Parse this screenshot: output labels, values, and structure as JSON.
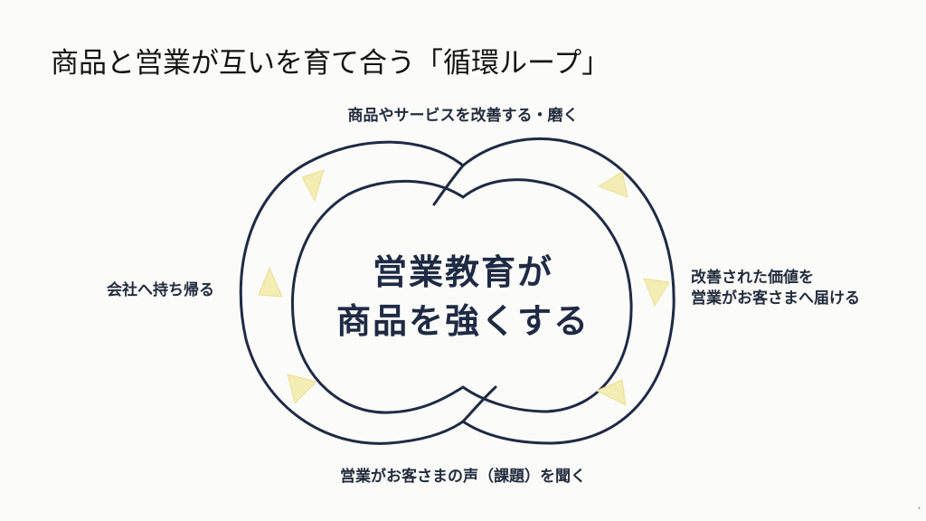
{
  "slide": {
    "title": "商品と営業が互いを育て合う「循環ループ」",
    "labels": {
      "top": "商品やサービスを改善する・磨く",
      "left": "会社へ持ち帰る",
      "right_line1": "改善された価値を",
      "right_line2": "営業がお客さまへ届ける",
      "bottom": "営業がお客さまの声（課題）を聞く"
    },
    "center": {
      "line1": "営業教育が",
      "line2": "商品を強くする"
    },
    "corner_mark": "‹"
  },
  "colors": {
    "loop_stroke": "#1f2a44",
    "arrow_fill": "#f3ecb3",
    "text": "#232c3d"
  },
  "icons": [
    "loop-ribbon-icon",
    "arrow-icon"
  ]
}
